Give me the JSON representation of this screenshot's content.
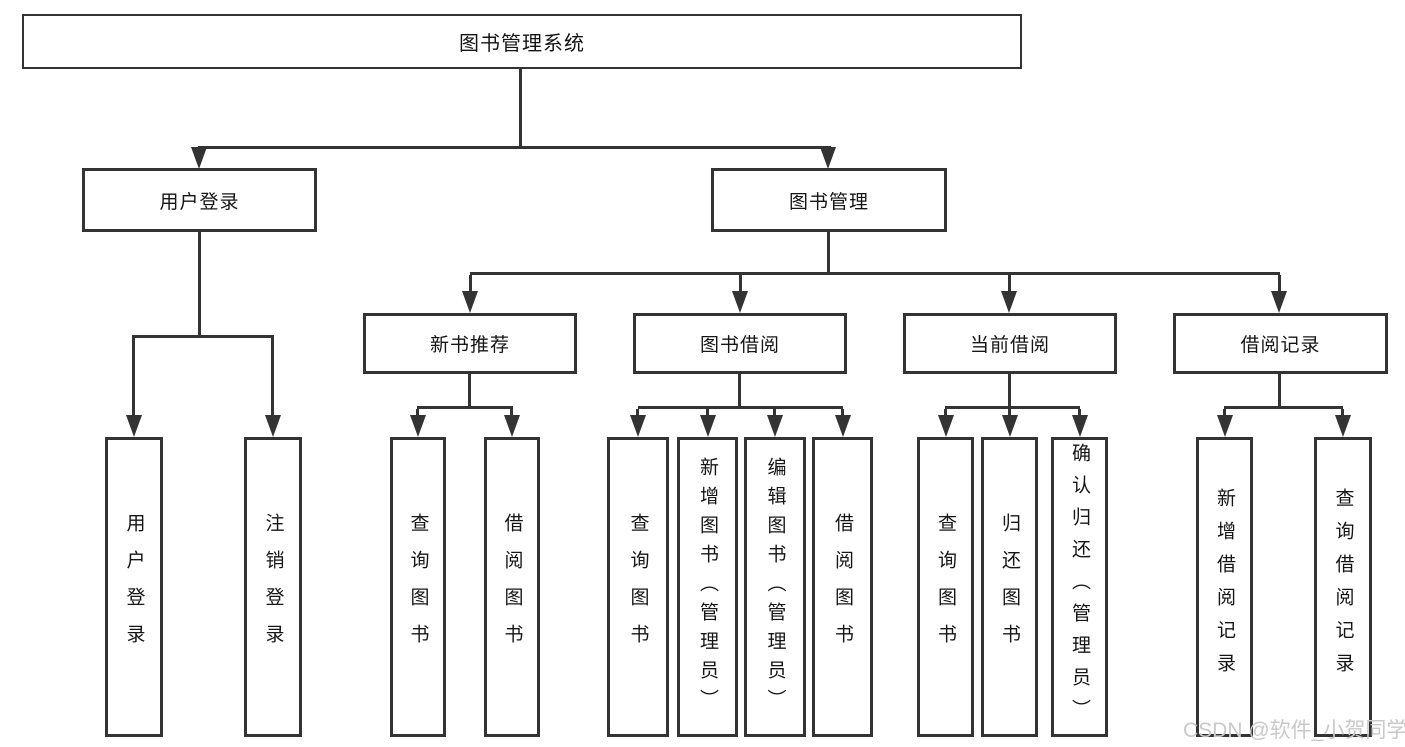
{
  "nodes": {
    "root": "图书管理系统",
    "level2": [
      "用户登录",
      "图书管理"
    ],
    "level3": [
      "新书推荐",
      "图书借阅",
      "当前借阅",
      "借阅记录"
    ],
    "user_login_children": [
      "用户登录",
      "注销登录"
    ],
    "new_book_children": [
      "查询图书",
      "借阅图书"
    ],
    "book_borrow_children": [
      "查询图书",
      "新增图书（管理员）",
      "编辑图书（管理员）",
      "借阅图书"
    ],
    "current_borrow_children": [
      "查询图书",
      "归还图书",
      "确认归还（管理员）"
    ],
    "borrow_record_children": [
      "新增借阅记录",
      "查询借阅记录"
    ]
  },
  "watermark": "CSDN @软件_小贺同学",
  "colors": {
    "line": "#333333",
    "text": "#151515",
    "background": "#ffffff",
    "watermark": "#c9c9c9"
  }
}
